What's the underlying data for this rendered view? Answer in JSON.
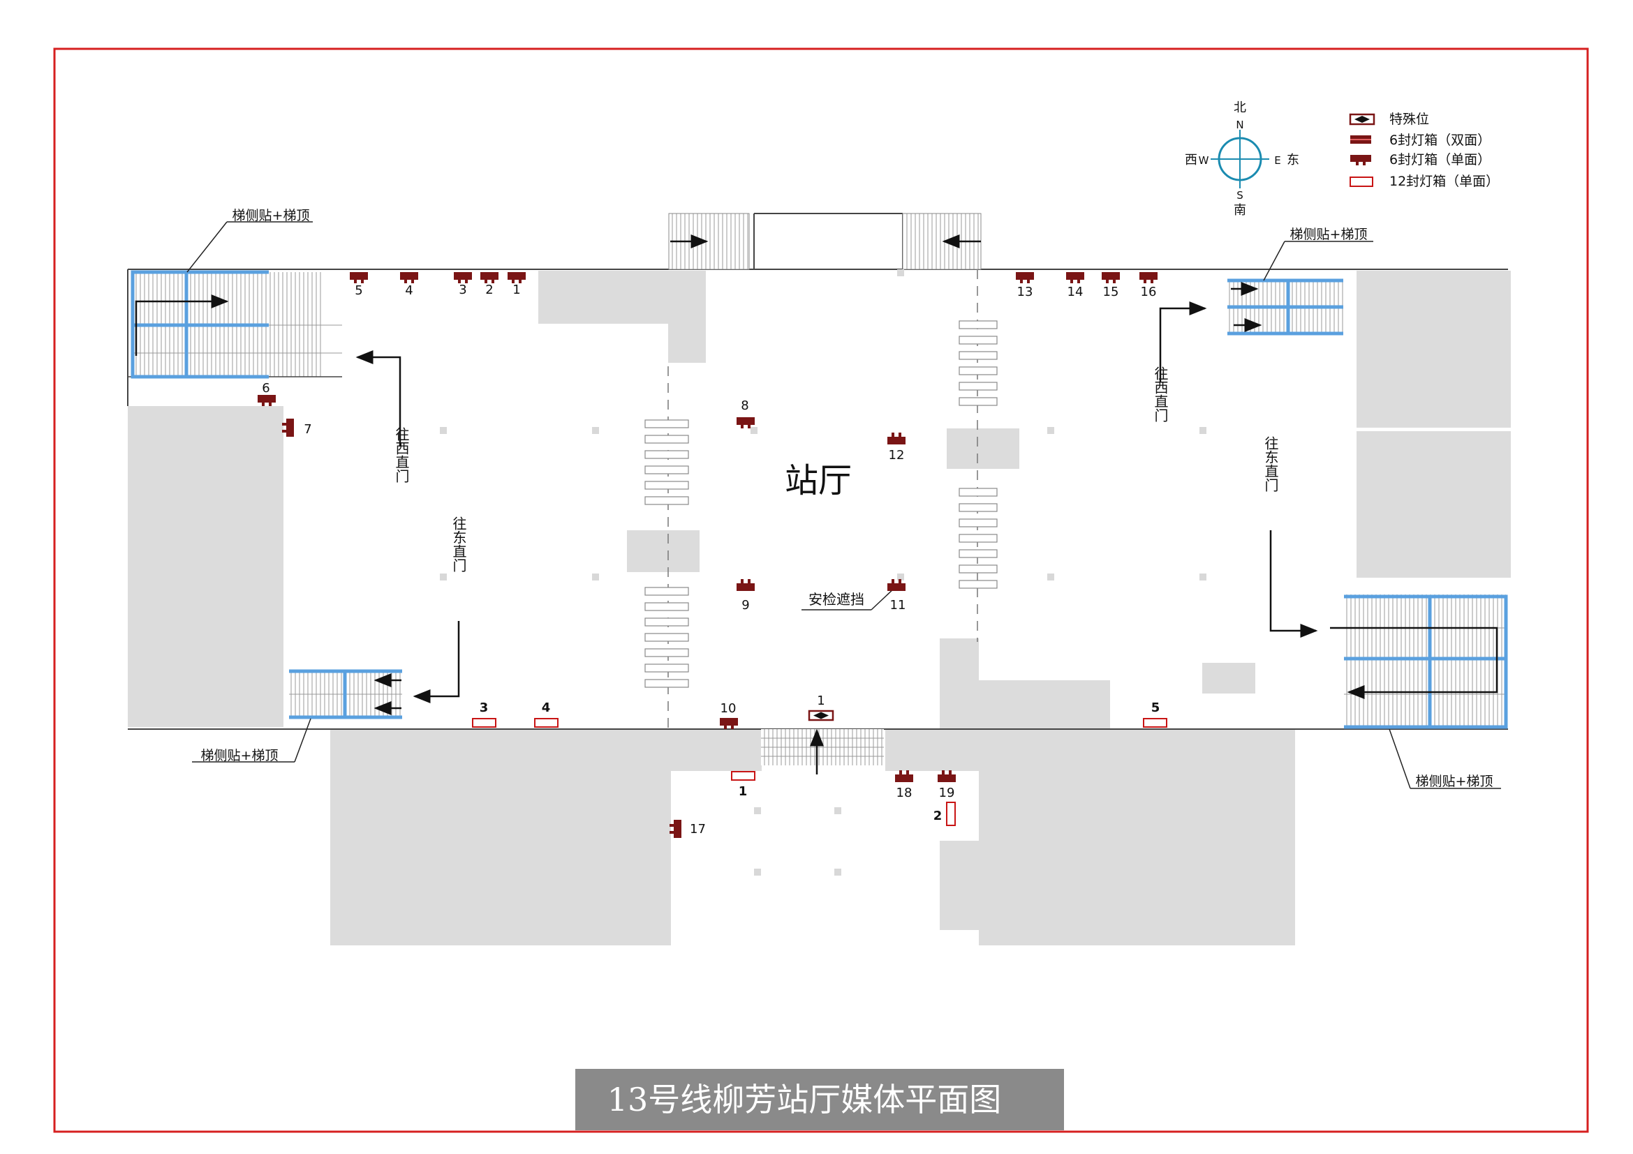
{
  "title": "13号线柳芳站厅媒体平面图",
  "hall_label": "站厅",
  "compass": {
    "north_cn": "北",
    "north_en": "N",
    "south_cn": "南",
    "south_en": "S",
    "west_cn": "西",
    "west_en": "W",
    "east_cn": "东",
    "east_en": "E",
    "color": "#1a8bb0",
    "north_color": "#c81414"
  },
  "legend": [
    {
      "icon": "special-position-icon",
      "label": "特殊位"
    },
    {
      "icon": "lightbox-6-double-icon",
      "label": "6封灯箱（双面）"
    },
    {
      "icon": "lightbox-6-single-icon",
      "label": "6封灯箱（单面）"
    },
    {
      "icon": "lightbox-12-single-icon",
      "label": "12封灯箱（单面）"
    }
  ],
  "stair_callouts": {
    "nw": "梯侧贴+梯顶",
    "ne": "梯侧贴+梯顶",
    "sw": "梯侧贴+梯顶",
    "se": "梯侧贴+梯顶"
  },
  "directions": {
    "to_xizhimen_left": "往西直门",
    "to_dongzhimen_left": "往东直门",
    "to_xizhimen_right": "往西直门",
    "to_dongzhimen_right": "往东直门"
  },
  "security_label": "安检遮挡",
  "boxes_6": [
    "1",
    "2",
    "3",
    "4",
    "5",
    "6",
    "7",
    "8",
    "9",
    "10",
    "11",
    "12",
    "13",
    "14",
    "15",
    "16",
    "17",
    "18",
    "19"
  ],
  "boxes_12": [
    "1",
    "2",
    "3",
    "4",
    "5"
  ],
  "special": [
    "1"
  ],
  "colors": {
    "frame": "#d62020",
    "box": "#7a1515",
    "blue": "#5aa0df",
    "grey": "#dcdcdc",
    "title_bg": "#8a8a8a",
    "title_fg": "#ffffff"
  }
}
